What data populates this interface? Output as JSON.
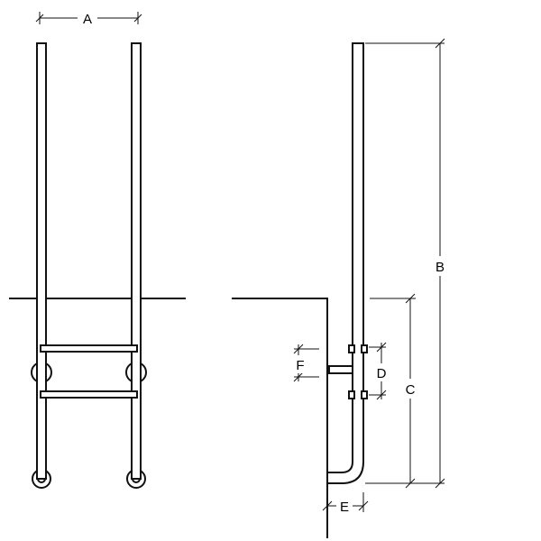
{
  "labels": {
    "a": "A",
    "b": "B",
    "c": "C",
    "d": "D",
    "e": "E",
    "f": "F"
  },
  "colors": {
    "line": "#111111",
    "background": "#ffffff"
  }
}
